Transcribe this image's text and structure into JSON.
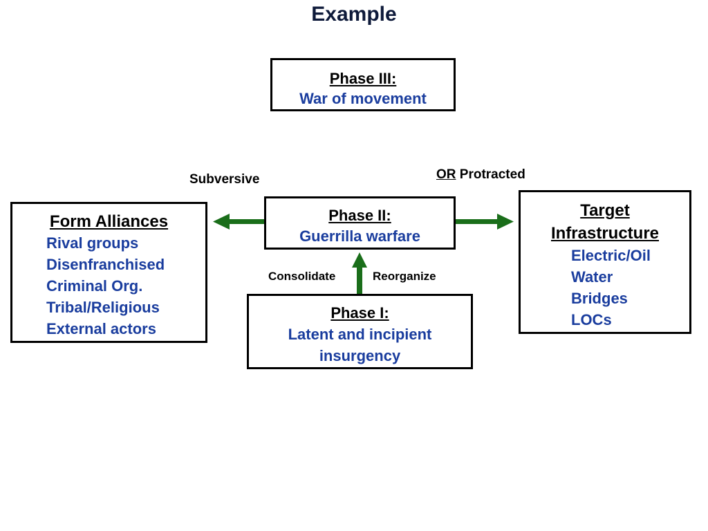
{
  "title": "Example",
  "colors": {
    "arrow": "#1a6e1a",
    "body_text": "#1a3d9e",
    "title": "#0e1a3a"
  },
  "phase3": {
    "heading": "Phase III:",
    "text": "War of movement"
  },
  "phase2": {
    "heading": "Phase II:",
    "text": "Guerrilla warfare"
  },
  "phase1": {
    "heading": "Phase I:",
    "text_line1": "Latent and incipient",
    "text_line2": "insurgency"
  },
  "alliances": {
    "heading": "Form Alliances",
    "items": [
      "Rival groups",
      "Disenfranchised",
      "Criminal Org.",
      "Tribal/Religious",
      "External actors"
    ]
  },
  "target": {
    "heading_line1": "Target",
    "heading_line2": "Infrastructure",
    "items": [
      "Electric/Oil",
      "Water",
      "Bridges",
      "LOCs"
    ]
  },
  "labels": {
    "subversive": "Subversive",
    "or": "OR",
    "protracted": "Protracted",
    "consolidate": "Consolidate",
    "reorganize": "Reorganize"
  }
}
